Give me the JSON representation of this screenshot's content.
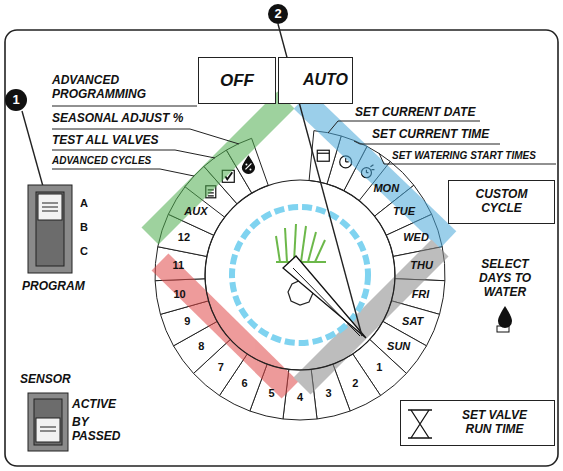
{
  "diagram": {
    "nodes": [
      {
        "text": [
          "OFF"
        ]
      },
      {
        "text": [
          "AUTO"
        ]
      },
      {
        "text": [
          "CUSTOM CYCLE"
        ]
      },
      {
        "text": [
          "SET VALVE RUN TIME"
        ]
      }
    ],
    "labels": [
      "1",
      "2",
      "ADVANCED PROGRAMMING",
      "SEASONAL ADJUST %",
      "TEST ALL VALVES",
      "ADVANCED CYCLES",
      "SET CURRENT DATE",
      "SET CURRENT TIME",
      "SET WATERING START TIMES",
      "SELECT DAYS TO WATER",
      "MON",
      "TUE",
      "WED",
      "THU",
      "FRI",
      "SAT",
      "SUN",
      "1",
      "2",
      "3",
      "4",
      "5",
      "6",
      "7",
      "8",
      "9",
      "10",
      "11",
      "12",
      "AUX",
      "A",
      "B",
      "C",
      "PROGRAM",
      "SENSOR",
      "ACTIVE",
      "BY PASSED"
    ]
  }
}
